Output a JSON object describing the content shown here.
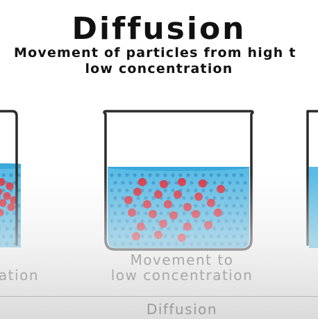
{
  "title": "Diffusion",
  "subtitle_line1": "Movement of particles from high t",
  "subtitle_line2": "low concentration",
  "panels": [
    {
      "caption": "ation",
      "particle_state": "concentrated-left"
    },
    {
      "caption_line1": "Movement to",
      "caption_line2": "low concentration",
      "particle_state": "spreading"
    },
    {
      "caption": "",
      "particle_state": "cropped"
    }
  ],
  "footer_label": "Diffusion",
  "colors": {
    "water": "#5bbce6",
    "water_surface": "#3aa8da",
    "water_dots": "#3a8fc2",
    "particles": "#d33a4a",
    "beaker_outline": "#2a2a2a",
    "caption_text": "#a8a8a8"
  }
}
